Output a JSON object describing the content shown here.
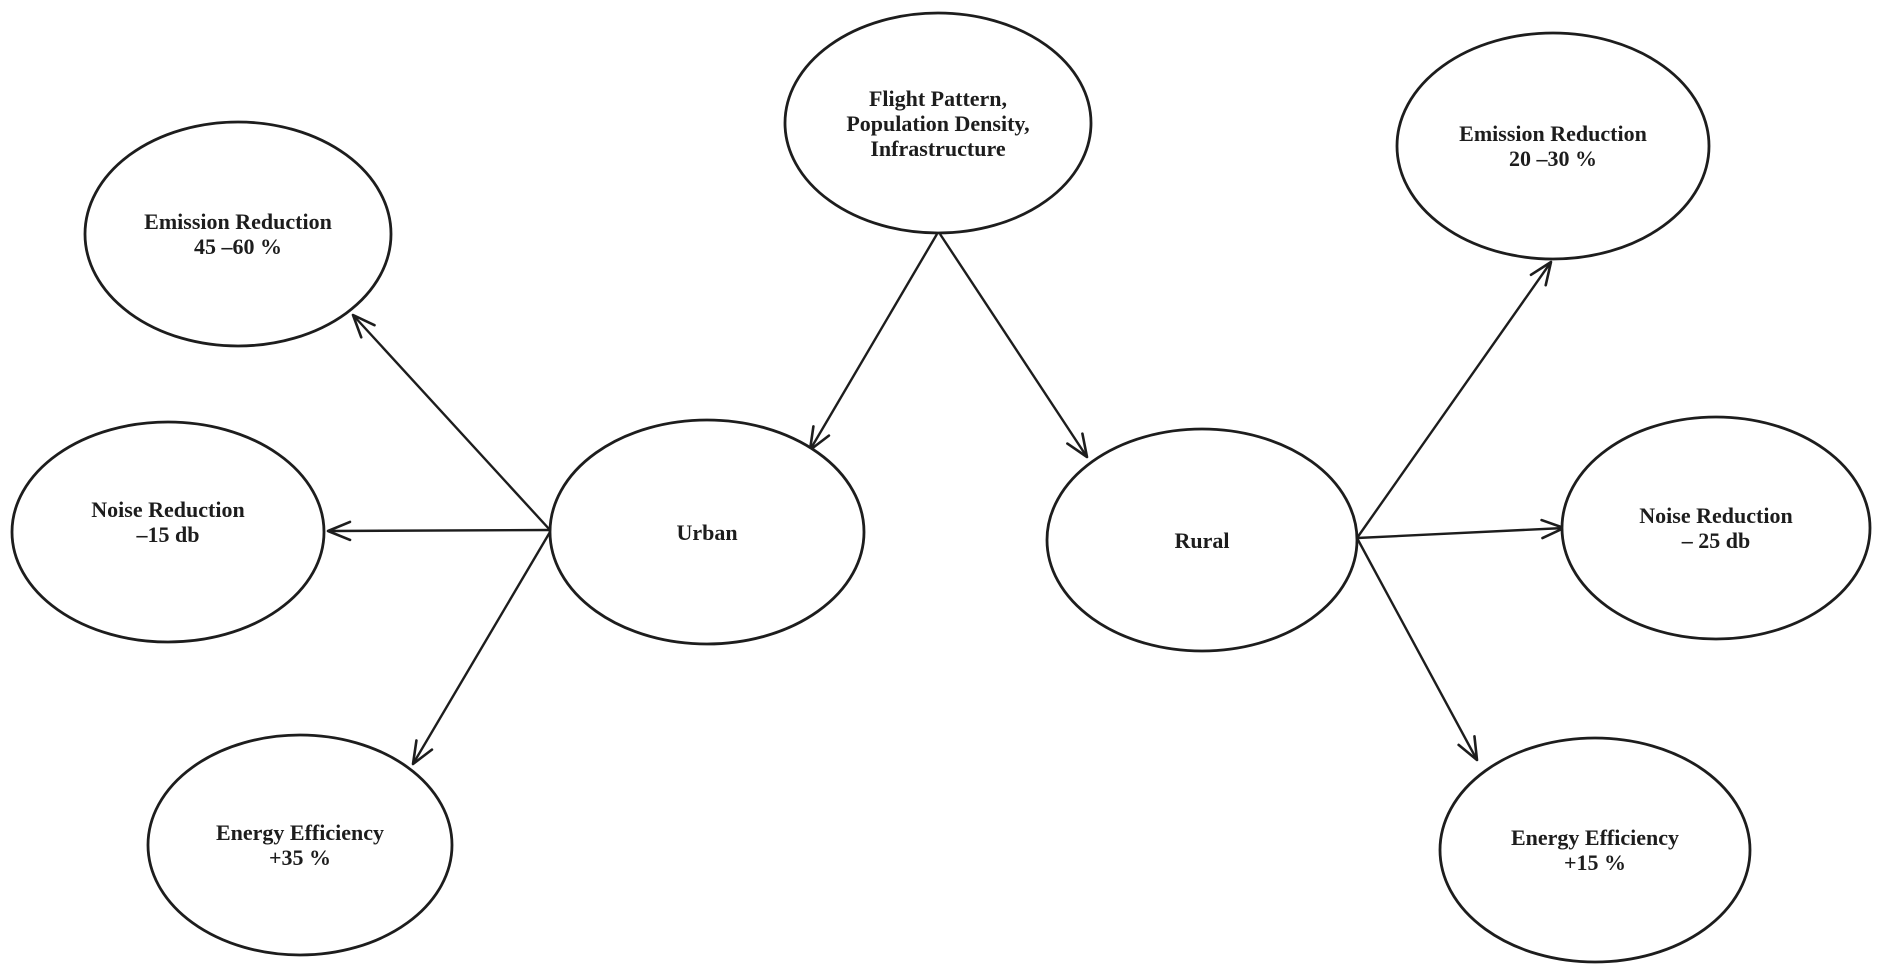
{
  "colors": {
    "background": "#ffffff",
    "stroke": "#1d1d1d",
    "text": "#1d1d1d"
  },
  "nodes": {
    "flight": {
      "label": "Flight Pattern,\nPopulation Density,\nInfrastructure"
    },
    "urban": {
      "label": "Urban"
    },
    "rural": {
      "label": "Rural"
    },
    "urban_emission": {
      "label": "Emission Reduction\n45 –60 %"
    },
    "urban_noise": {
      "label": "Noise Reduction\n–15 db"
    },
    "urban_energy": {
      "label": "Energy Efficiency\n+35 %"
    },
    "rural_emission": {
      "label": "Emission Reduction\n20 –30 %"
    },
    "rural_noise": {
      "label": "Noise Reduction\n– 25 db"
    },
    "rural_energy": {
      "label": "Energy Efficiency\n+15 %"
    }
  },
  "edges": [
    {
      "from": "flight",
      "to": "urban"
    },
    {
      "from": "flight",
      "to": "rural"
    },
    {
      "from": "urban",
      "to": "urban_emission"
    },
    {
      "from": "urban",
      "to": "urban_noise"
    },
    {
      "from": "urban",
      "to": "urban_energy"
    },
    {
      "from": "rural",
      "to": "rural_emission"
    },
    {
      "from": "rural",
      "to": "rural_noise"
    },
    {
      "from": "rural",
      "to": "rural_energy"
    }
  ]
}
